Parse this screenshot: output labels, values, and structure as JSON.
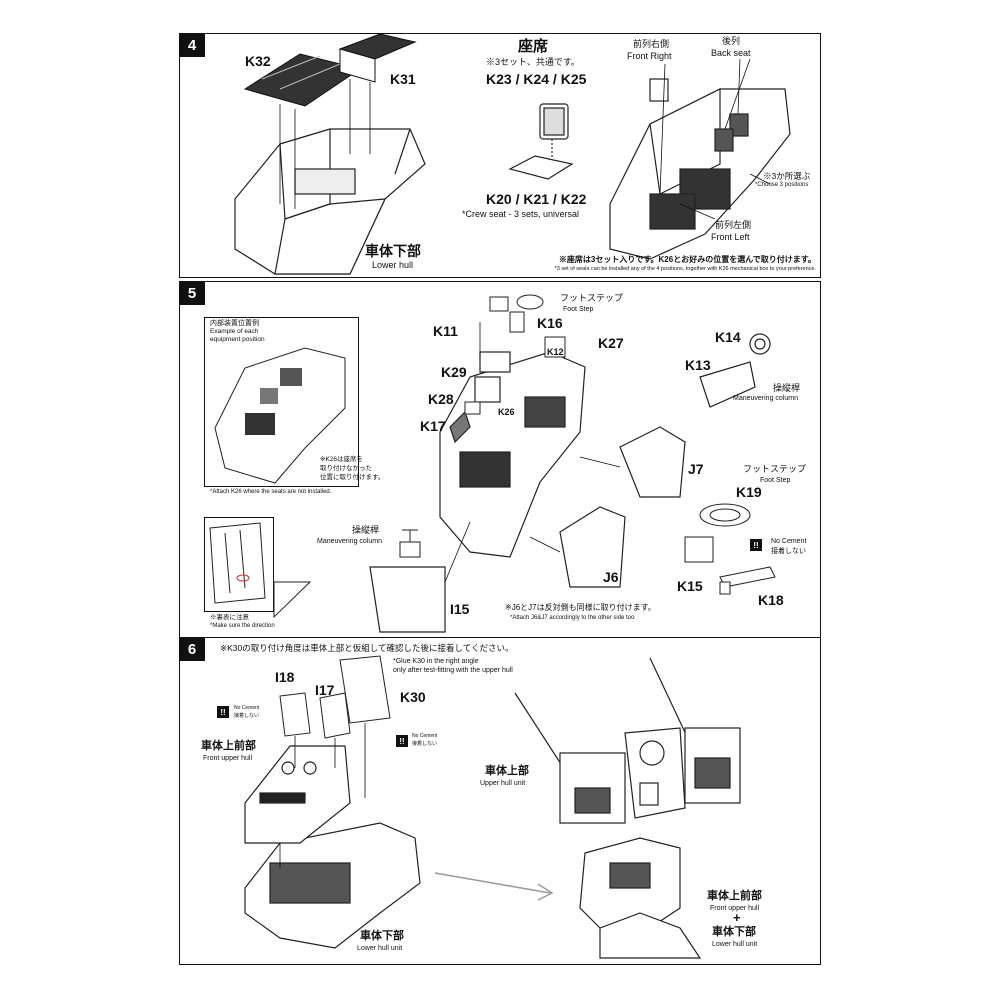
{
  "steps": [
    {
      "number": "4",
      "labels": {
        "k32": "K32",
        "k31": "K31",
        "seat_title": "座席",
        "seat_note": "※3セット、共通です。",
        "back_parts": "K23 / K24 / K25",
        "base_parts": "K20 / K21 / K22",
        "crew_seat": "*Crew seat - 3 sets, universal",
        "front_right_jp": "前列右側",
        "front_right_en": "Front Right",
        "back_seat_jp": "後列",
        "back_seat_en": "Back seat",
        "choose3_jp": "※3か所選ぶ",
        "choose3_en": "*Choose 3 positions",
        "front_left_jp": "前列左側",
        "front_left_en": "Front Left",
        "lower_hull_jp": "車体下部",
        "lower_hull_en": "Lower hull",
        "footnote_jp": "※座席は3セット入りです。K26とお好みの位置を選んで取り付けます。",
        "footnote_en": "*3 set of seats can be installed any of the 4 positions, together with K26 mechanical box to your preference."
      }
    },
    {
      "number": "5",
      "labels": {
        "inset_title_jp": "内部装置位置例",
        "inset_title_en1": "Example of each",
        "inset_title_en2": "equipment position",
        "inset_note_jp1": "※K26は座席を",
        "inset_note_jp2": "取り付けなかった",
        "inset_note_jp3": "位置に取り付けます。",
        "inset_note_en": "*Attach K26 where the seats are not installed.",
        "direction_jp": "※裏表に注意",
        "direction_en": "*Make sure the direction",
        "footstep_jp": "フットステップ",
        "footstep_en": "Foot Step",
        "k11": "K11",
        "k16": "K16",
        "k27": "K27",
        "k12": "K12",
        "k29": "K29",
        "k28": "K28",
        "k26": "K26",
        "k17": "K17",
        "k14": "K14",
        "k13": "K13",
        "column_jp": "操縦桿",
        "column_en": "Maneuvering column",
        "j7": "J7",
        "j6": "J6",
        "footstep2_jp": "フットステップ",
        "footstep2_en": "Foot Step",
        "k19": "K19",
        "no_cement_en": "No Cement",
        "no_cement_jp": "接着しない",
        "k15": "K15",
        "k18": "K18",
        "column2_jp": "操縦桿",
        "column2_en": "Maneuvering column",
        "i15": "I15",
        "j6j7_jp": "※J6とJ7は反対側も同様に取り付けます。",
        "j6j7_en": "*Attach J6&J7 accordingly to the other side too"
      }
    },
    {
      "number": "6",
      "labels": {
        "top_note_jp": "※K30の取り付け角度は車体上部と仮組して確認した後に接着してください。",
        "glue_note_en1": "*Glue K30 in the right angle",
        "glue_note_en2": "only after test-fitting with the upper hull",
        "i18": "I18",
        "i17": "I17",
        "k30": "K30",
        "no_cement_en": "No Cement",
        "no_cement_jp": "接着しない",
        "front_upper_jp": "車体上前部",
        "front_upper_en": "Front upper hull",
        "lower_unit_jp": "車体下部",
        "lower_unit_en": "Lower hull unit",
        "upper_unit_jp": "車体上部",
        "upper_unit_en": "Upper hull unit",
        "combo_front_jp": "車体上前部",
        "combo_front_en": "Front upper hull",
        "plus": "+",
        "combo_lower_jp": "車体下部",
        "combo_lower_en": "Lower hull unit"
      }
    }
  ],
  "warning_glyph": "!!"
}
